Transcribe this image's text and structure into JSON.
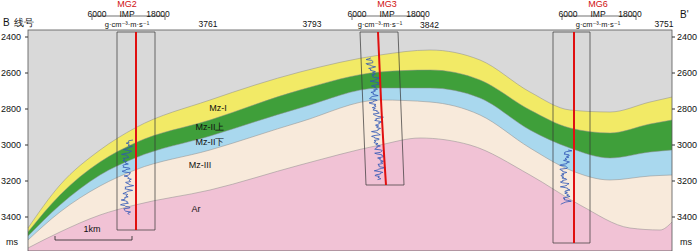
{
  "diagram": {
    "labels": [
      "B",
      "线号",
      "6000",
      "IMP",
      "18000",
      "g·cm⁻³·m·s⁻¹",
      "MG2",
      "3761",
      "3793",
      "6000",
      "IMP",
      "18000",
      "g·cm⁻³·m·s⁻¹",
      "MG3",
      "3842",
      "6000",
      "IMP",
      "18000",
      "g·cm⁻³·m·s⁻¹",
      "MG6",
      "3751",
      "B'",
      "2400",
      "2600",
      "2800",
      "3000",
      "3200",
      "3400",
      "ms",
      "2400",
      "2600",
      "2800",
      "3000",
      "3200",
      "3400",
      "ms",
      "Mz-I",
      "Mz-II上",
      "Mz-II下",
      "Mz-III",
      "Ar",
      "1km"
    ]
  }
}
